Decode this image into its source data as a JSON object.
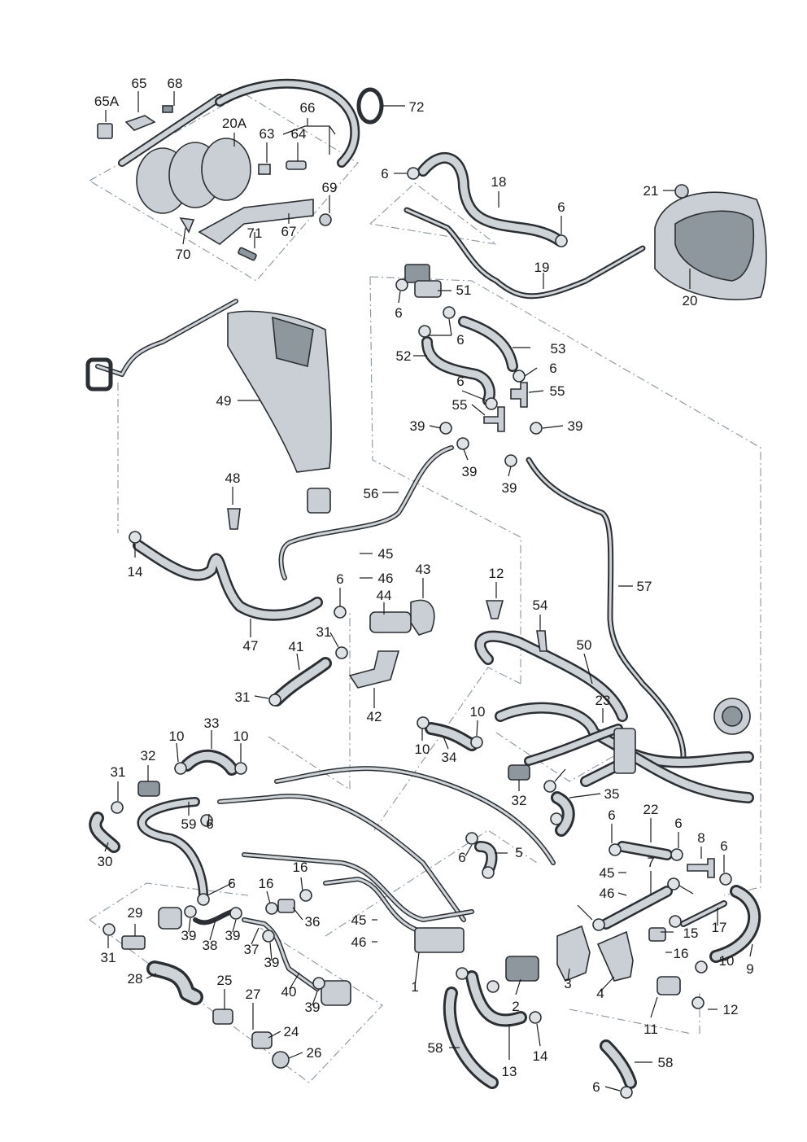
{
  "diagram": {
    "labels": [
      "65A",
      "65",
      "68",
      "66",
      "20A",
      "63",
      "64",
      "72",
      "6",
      "18",
      "21",
      "6",
      "69",
      "67",
      "71",
      "70",
      "19",
      "20",
      "51",
      "6",
      "6",
      "53",
      "52",
      "6",
      "6",
      "55",
      "55",
      "39",
      "39",
      "39",
      "39",
      "49",
      "56",
      "48",
      "14",
      "45",
      "46",
      "43",
      "12",
      "6",
      "44",
      "54",
      "57",
      "47",
      "41",
      "31",
      "50",
      "31",
      "42",
      "23",
      "33",
      "10",
      "10",
      "10",
      "34",
      "10",
      "31",
      "32",
      "32",
      "35",
      "30",
      "59",
      "6",
      "22",
      "6",
      "8",
      "6",
      "5",
      "6",
      "7",
      "45",
      "46",
      "6",
      "16",
      "16",
      "6",
      "36",
      "29",
      "39",
      "39",
      "38",
      "37",
      "39",
      "45",
      "46",
      "15",
      "17",
      "16",
      "31",
      "28",
      "40",
      "39",
      "1",
      "2",
      "3",
      "4",
      "10",
      "9",
      "25",
      "27",
      "24",
      "26",
      "58",
      "13",
      "14",
      "11",
      "12",
      "58",
      "6"
    ]
  }
}
